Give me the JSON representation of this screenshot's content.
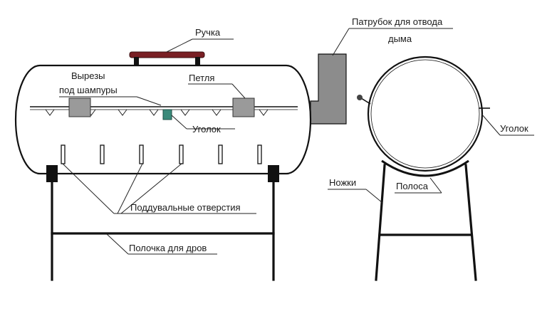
{
  "labels": {
    "handle": "Ручка",
    "chimney_line1": "Патрубок для отвода",
    "chimney_line2": "дыма",
    "cutouts_line1": "Вырезы",
    "cutouts_line2": "под шампуры",
    "hinge": "Петля",
    "corner_side": "Уголок",
    "corner_end": "Уголок",
    "legs": "Ножки",
    "strip": "Полоса",
    "vents": "Поддувальные отверстия",
    "shelf": "Полочка для дров"
  },
  "colors": {
    "handle": "#7a1f24",
    "chimney": "#8c8c8c",
    "hinge": "#9a9a9a",
    "corner_clip": "#3a8a7a",
    "outline": "#111111"
  }
}
